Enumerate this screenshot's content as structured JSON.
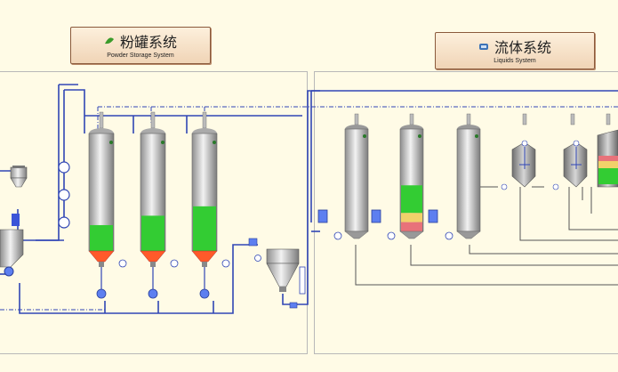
{
  "powder": {
    "title_cn": "粉罐系统",
    "title_en": "Powder Storage System",
    "icon": "leaf-icon",
    "icon_color": "#3a9b2a"
  },
  "liquids": {
    "title_cn": "流体系统",
    "title_en": "Liquids System",
    "icon": "tank-icon",
    "icon_color": "#3d73b7"
  },
  "colors": {
    "pipe": "#3046b5",
    "fill_green": "#33cc33",
    "fill_yellow": "#f2d16a",
    "fill_red": "#e8727a",
    "cone_red": "#ff5a2a"
  },
  "silos": [
    {
      "id": "S1",
      "level": 0.22
    },
    {
      "id": "S2",
      "level": 0.3
    },
    {
      "id": "S3",
      "level": 0.38
    }
  ],
  "tanks": [
    {
      "id": "T1",
      "level": 0
    },
    {
      "id": "T2",
      "level": 0.45
    },
    {
      "id": "T3",
      "level": 0
    }
  ]
}
